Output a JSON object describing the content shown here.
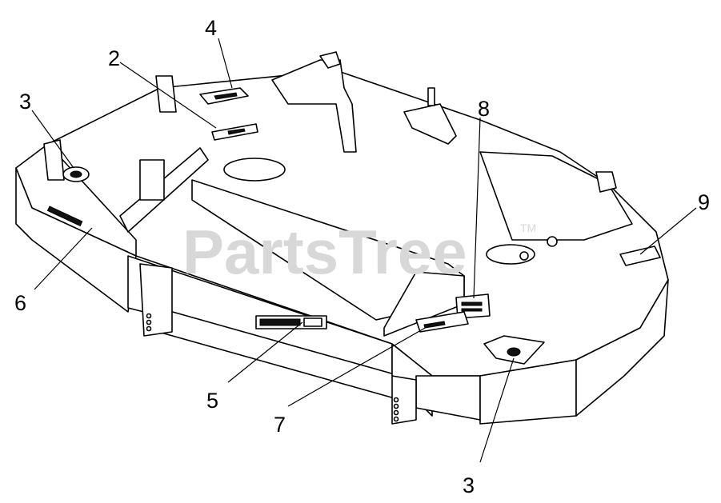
{
  "watermark": {
    "text": "PartsTree",
    "tm": "TM"
  },
  "callouts": [
    {
      "id": "c4",
      "label": "4"
    },
    {
      "id": "c2",
      "label": "2"
    },
    {
      "id": "c3a",
      "label": "3"
    },
    {
      "id": "c8",
      "label": "8"
    },
    {
      "id": "c9",
      "label": "9"
    },
    {
      "id": "c6",
      "label": "6"
    },
    {
      "id": "c5",
      "label": "5"
    },
    {
      "id": "c7",
      "label": "7"
    },
    {
      "id": "c3b",
      "label": "3"
    }
  ]
}
